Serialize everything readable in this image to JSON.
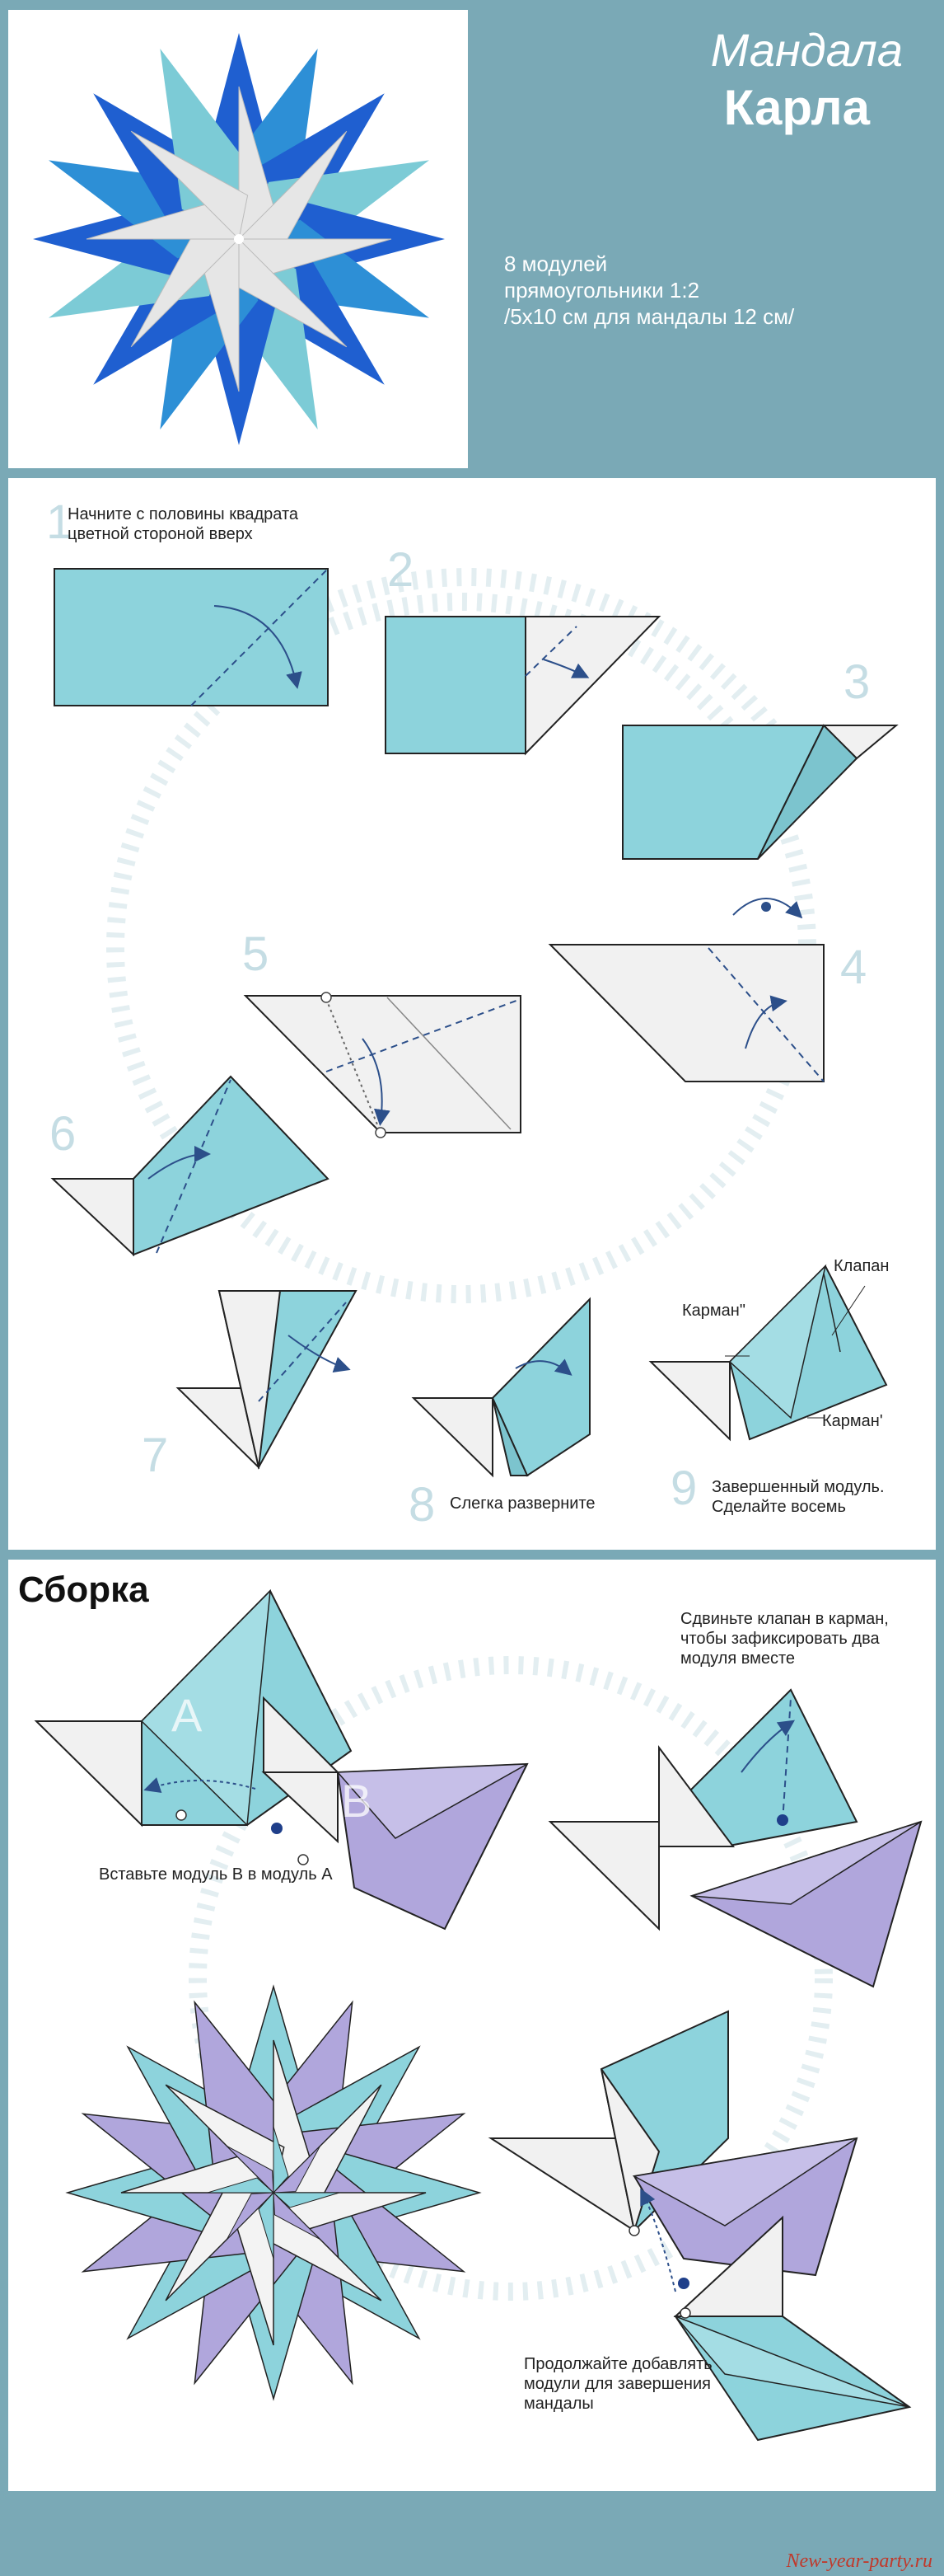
{
  "header": {
    "title_line1": "Мандала",
    "title_line2": "Карла",
    "spec_lines": [
      "8 модулей",
      "прямоугольники 1:2",
      "/5х10 см для мандалы 12 см/"
    ]
  },
  "steps": [
    {
      "num": "1",
      "caption": "Начните с половины квадрата цветной стороной вверх"
    },
    {
      "num": "2",
      "caption": ""
    },
    {
      "num": "3",
      "caption": ""
    },
    {
      "num": "4",
      "caption": ""
    },
    {
      "num": "5",
      "caption": ""
    },
    {
      "num": "6",
      "caption": ""
    },
    {
      "num": "7",
      "caption": ""
    },
    {
      "num": "8",
      "caption": "Слегка разверните"
    },
    {
      "num": "9",
      "caption": "Завершенный модуль. Сделайте восемь"
    }
  ],
  "labels": {
    "flap": "Клапан",
    "pocket_double": "Карман\"",
    "pocket_single": "Карман'"
  },
  "assembly": {
    "title": "Сборка",
    "insert_caption": "Вставьте модуль В в модуль А",
    "slide_caption": "Сдвиньте клапан в карман, чтобы зафиксировать два модуля вместе",
    "continue_caption": "Продолжайте добавлять модули для завершения мандалы",
    "module_a": "A",
    "module_b": "B"
  },
  "footer": {
    "site": "New-year-party.ru"
  },
  "colors": {
    "background": "#7aa9b6",
    "teal": "#8dd3dc",
    "lavender": "#b0a6dc",
    "paper": "#f3f3f3",
    "blue": "#1f5fd0",
    "arrow": "#2c4f8a"
  }
}
